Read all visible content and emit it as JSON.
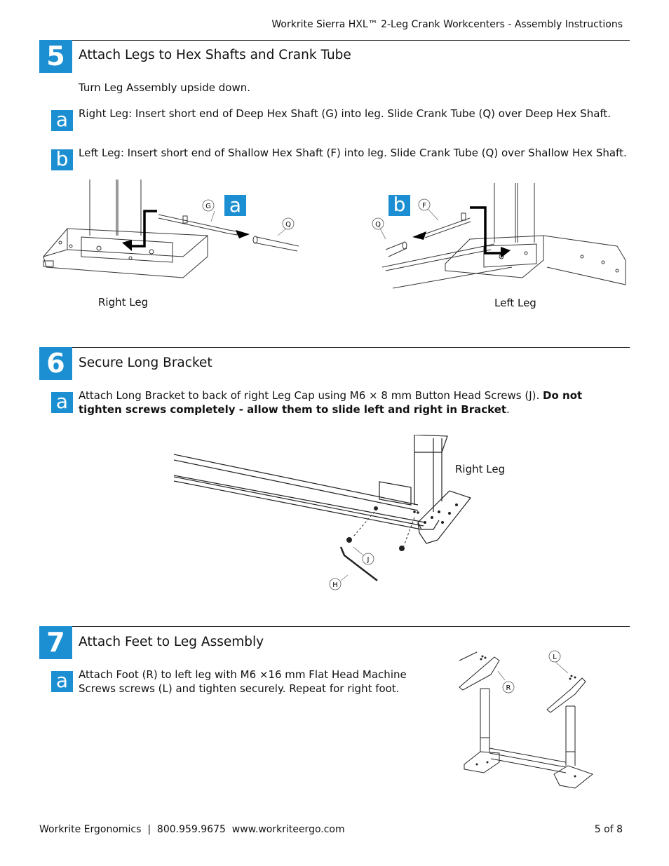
{
  "header": {
    "title": "Workrite Sierra HXL™ 2-Leg Crank Workcenters - Assembly Instructions"
  },
  "steps": [
    {
      "number": "5",
      "title": "Attach Legs to Hex Shafts and Crank Tube",
      "intro": "Turn Leg Assembly upside down.",
      "substeps": [
        {
          "letter": "a",
          "text": "Right Leg: Insert short end of Deep Hex Shaft (G) into leg. Slide Crank Tube (Q) over Deep Hex Shaft."
        },
        {
          "letter": "b",
          "text": "Left Leg: Insert short end of Shallow Hex Shaft (F) into leg. Slide Crank Tube (Q) over Shallow Hex Shaft."
        }
      ],
      "figure": {
        "left_caption": "Right Leg",
        "right_caption": "Left Leg",
        "left_labels": [
          "G",
          "Q"
        ],
        "right_labels": [
          "F",
          "Q"
        ],
        "left_badge": "a",
        "right_badge": "b"
      }
    },
    {
      "number": "6",
      "title": "Secure Long Bracket",
      "substeps": [
        {
          "letter": "a",
          "text_plain": "Attach Long Bracket to back of right Leg Cap using M6 × 8 mm Button Head Screws (J). ",
          "text_bold": "Do not tighten screws completely - allow them to slide left and right in Bracket",
          "text_end": "."
        }
      ],
      "figure": {
        "caption": "Right Leg",
        "labels": [
          "J",
          "H"
        ]
      }
    },
    {
      "number": "7",
      "title": "Attach Feet to Leg Assembly",
      "substeps": [
        {
          "letter": "a",
          "text": "Attach Foot (R) to left leg with M6 ×16 mm Flat Head Machine Screws screws (L) and tighten securely. Repeat for right foot."
        }
      ],
      "figure": {
        "labels": [
          "L",
          "R"
        ]
      }
    }
  ],
  "footer": {
    "left": "Workrite Ergonomics  |  800.959.9675  www.workriteergo.com",
    "page": "5 of 8"
  }
}
